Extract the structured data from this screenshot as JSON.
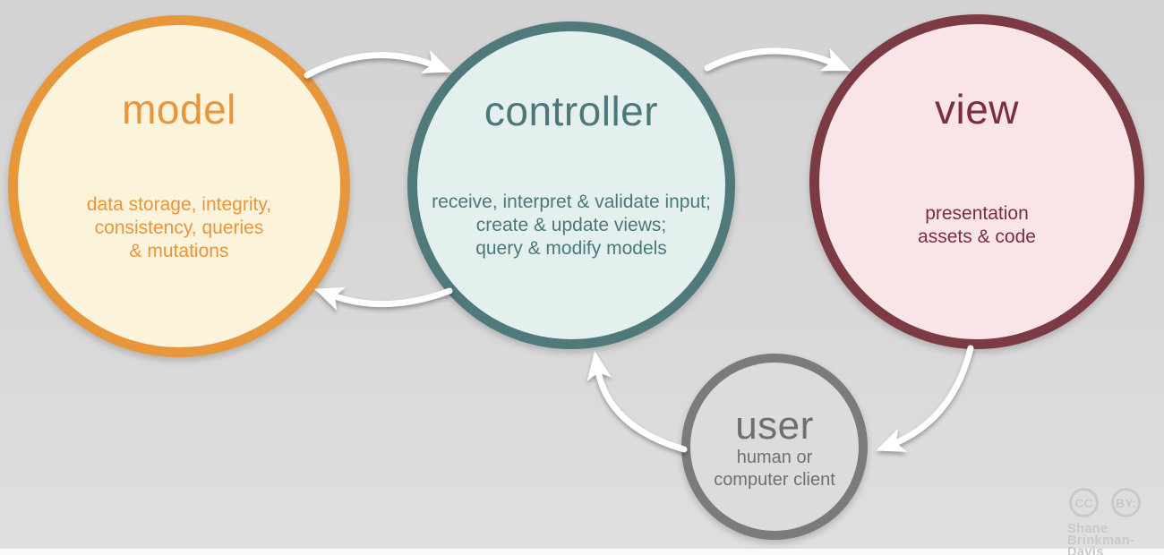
{
  "nodes": {
    "model": {
      "title": "model",
      "description": "data storage, integrity,\nconsistency, queries\n& mutations",
      "border_color": "#e8963c",
      "fill_color": "#fcf3db",
      "text_color": "#e8953c"
    },
    "controller": {
      "title": "controller",
      "description": "receive, interpret & validate input;\ncreate & update views;\nquery & modify models",
      "border_color": "#4f797b",
      "fill_color": "#e3f0ee",
      "text_color": "#4c787b"
    },
    "view": {
      "title": "view",
      "description": "presentation\nassets & code",
      "border_color": "#7c3a45",
      "fill_color": "#f9e5e8",
      "text_color": "#7b2e3e"
    },
    "user": {
      "title": "user",
      "description": "human or\ncomputer client",
      "border_color": "#7b7b7b",
      "fill_color": "#dcdcdc",
      "text_color": "#6f6f6f"
    }
  },
  "arrows": {
    "color": "#ffffff",
    "links": [
      {
        "from": "model",
        "to": "controller"
      },
      {
        "from": "controller",
        "to": "view"
      },
      {
        "from": "controller",
        "to": "model"
      },
      {
        "from": "user",
        "to": "controller"
      },
      {
        "from": "view",
        "to": "user"
      }
    ]
  },
  "attribution": {
    "cc_badge": "CC",
    "by_badge": "BY:",
    "author_line1": "Shane",
    "author_line2": "Brinkman-Davis",
    "color": "#c9c9c9"
  },
  "background": {
    "top_color": "#d3d3d3",
    "bottom_color": "#dfdfdf",
    "bottom_strip_color": "#fafafa"
  }
}
